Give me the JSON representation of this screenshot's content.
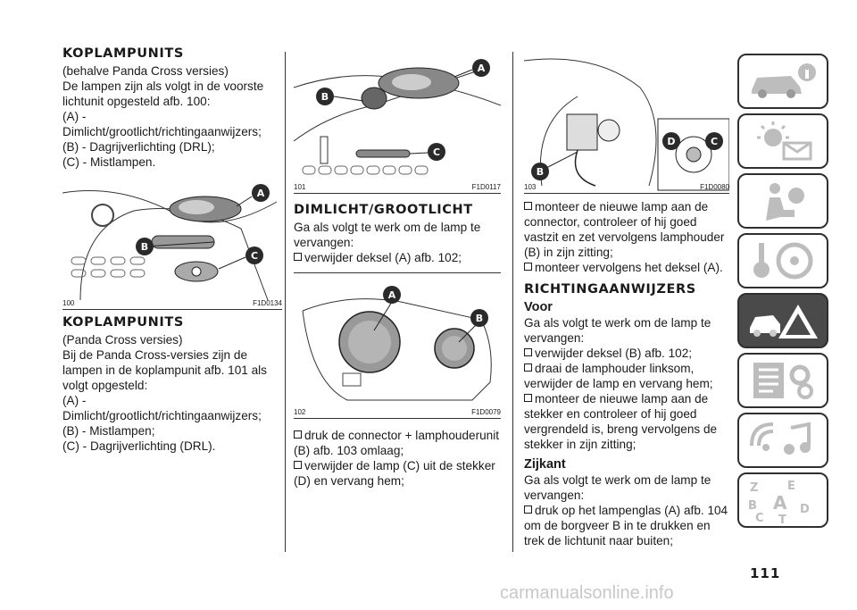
{
  "col1": {
    "h1": "KOPLAMPUNITS",
    "h1_sub": "(behalve Panda Cross versies)",
    "intro": "De lampen zijn als volgt in de voorste lichtunit opgesteld afb. 100:",
    "items": [
      "(A) - Dimlicht/grootlicht/richtingaanwijzers;",
      "(B) - Dagrijverlichting (DRL);",
      "(C) - Mistlampen."
    ],
    "fig": {
      "num": "100",
      "code": "F1D0134"
    },
    "h2": "KOPLAMPUNITS",
    "h2_sub": "(Panda Cross versies)",
    "intro2": "Bij de Panda Cross-versies zijn de lampen in de koplampunit afb. 101 als volgt opgesteld:",
    "items2": [
      "(A) - Dimlicht/grootlicht/richtingaanwijzers;",
      "(B) - Mistlampen;",
      "(C) - Dagrijverlichting (DRL)."
    ]
  },
  "col2": {
    "fig1": {
      "num": "101",
      "code": "F1D0117"
    },
    "h": "DIMLICHT/GROOTLICHT",
    "intro": "Ga als volgt te werk om de lamp te vervangen:",
    "b1": "verwijder deksel (A) afb. 102;",
    "fig2": {
      "num": "102",
      "code": "F1D0079"
    },
    "b2": "druk de connector + lamphouderunit (B) afb. 103 omlaag;",
    "b3": "verwijder de lamp (C) uit de stekker (D) en vervang hem;"
  },
  "col3": {
    "fig": {
      "num": "103",
      "code": "F1D0080"
    },
    "b1": "monteer de nieuwe lamp aan de connector, controleer of hij goed vastzit en zet vervolgens lamphouder (B) in zijn zitting;",
    "b2": "monteer vervolgens het deksel (A).",
    "h": "RICHTINGAANWIJZERS",
    "voor": "Voor",
    "intro": "Ga als volgt te werk om de lamp te vervangen:",
    "v1": "verwijder deksel (B) afb. 102;",
    "v2": "draai de lamphouder linksom, verwijder de lamp en vervang hem;",
    "v3": "monteer de nieuwe lamp aan de stekker en controleer of hij goed vergrendeld is, breng vervolgens de stekker in zijn zitting;",
    "zijkant": "Zijkant",
    "intro2": "Ga als volgt te werk om de lamp te vervangen:",
    "z1": "druk op het lampenglas (A) afb. 104 om de borgveer B in te drukken en trek de lichtunit naar buiten;"
  },
  "callouts": {
    "a": "A",
    "b": "B",
    "c": "C",
    "d": "D"
  },
  "tabs": {
    "icons": [
      "car-info-icon",
      "warning-lights-icon",
      "airbag-seat-icon",
      "steering-key-icon",
      "car-emergency-icon",
      "maintenance-icon",
      "multimedia-icon",
      "index-icon"
    ],
    "active_index": 4,
    "index_letters": [
      "Z",
      "E",
      "A",
      "B",
      "D",
      "C",
      "T"
    ]
  },
  "page_number": "111",
  "watermark": "carmanualsonline.info"
}
